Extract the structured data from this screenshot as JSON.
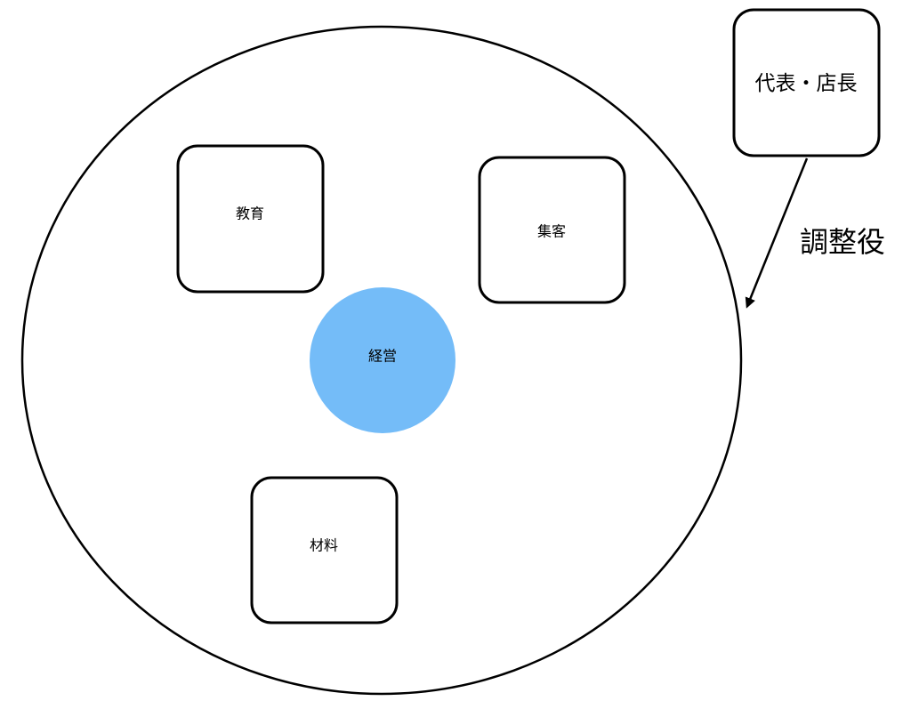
{
  "diagram": {
    "core": {
      "label": "経営",
      "color": "#74BCF8"
    },
    "departments": [
      {
        "label": "教育"
      },
      {
        "label": "集客"
      },
      {
        "label": "材料"
      }
    ],
    "leader": {
      "label": "代表・店長"
    },
    "connector": {
      "label": "調整役"
    }
  }
}
